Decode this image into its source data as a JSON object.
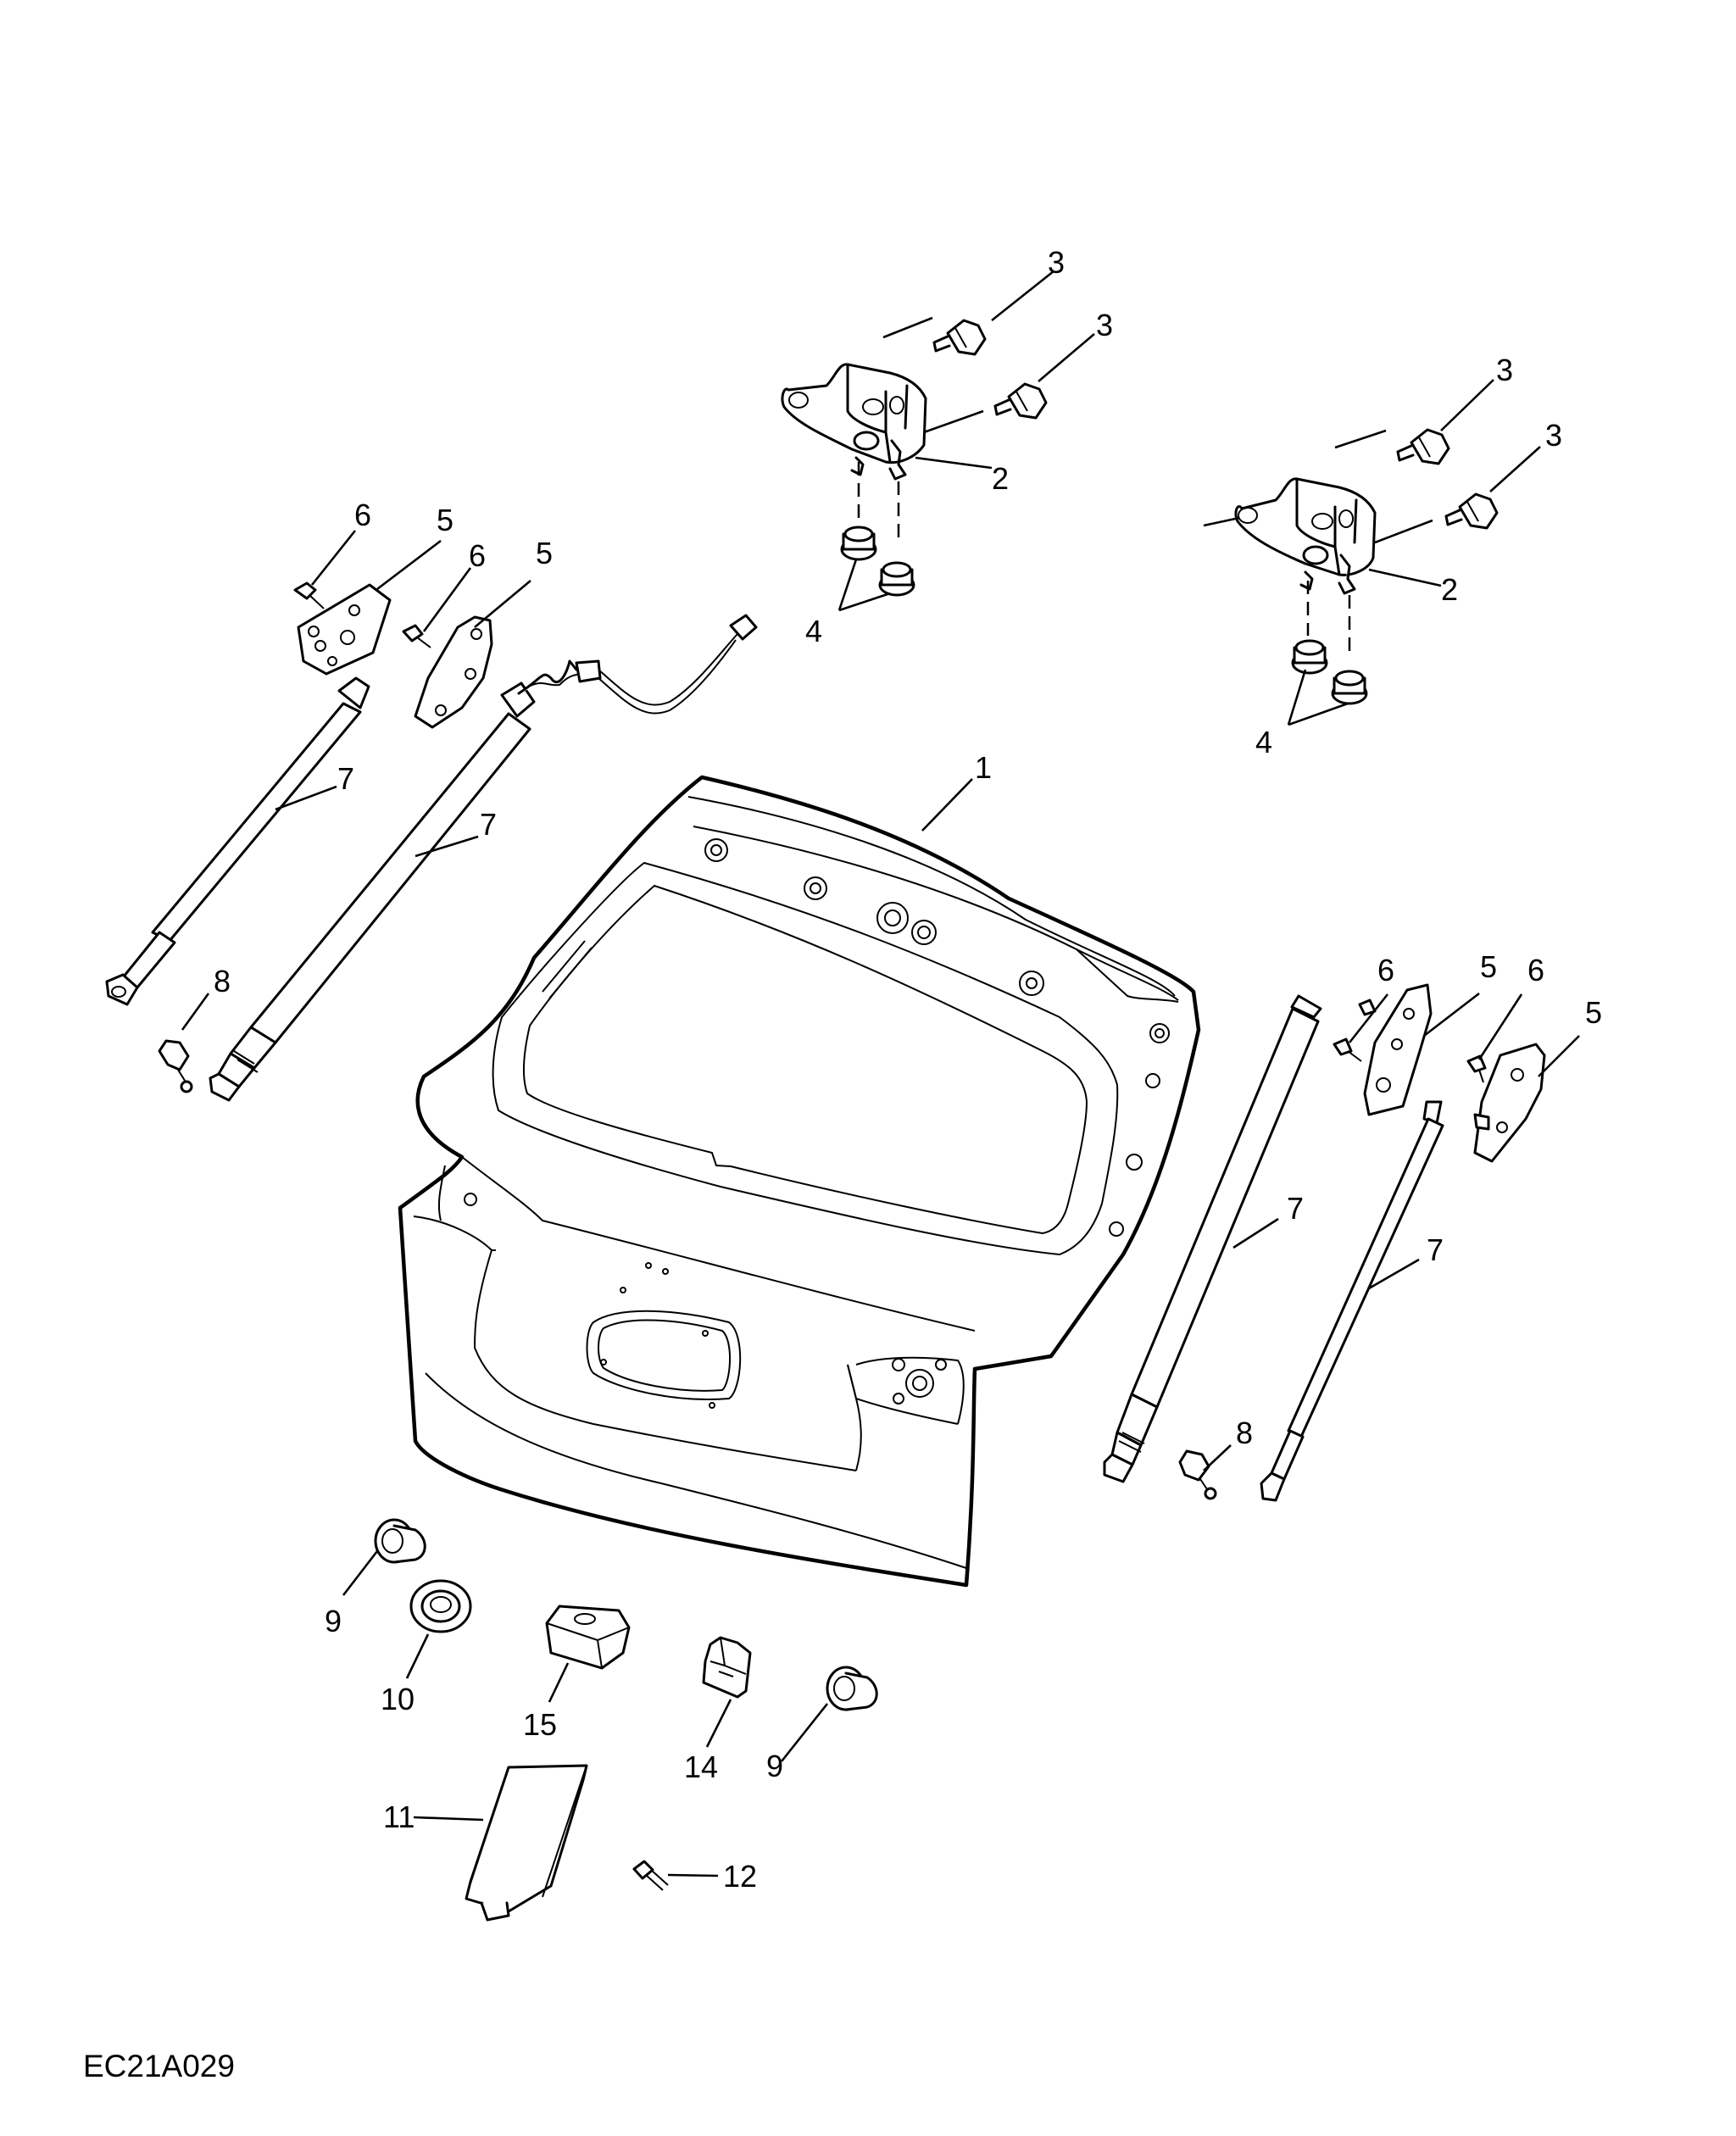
{
  "diagram": {
    "reference_code": "EC21A029",
    "callouts": [
      {
        "id": "c1",
        "label": "1"
      },
      {
        "id": "c2a",
        "label": "2"
      },
      {
        "id": "c2b",
        "label": "2"
      },
      {
        "id": "c3a",
        "label": "3"
      },
      {
        "id": "c3b",
        "label": "3"
      },
      {
        "id": "c3c",
        "label": "3"
      },
      {
        "id": "c3d",
        "label": "3"
      },
      {
        "id": "c4a",
        "label": "4"
      },
      {
        "id": "c4b",
        "label": "4"
      },
      {
        "id": "c5a",
        "label": "5"
      },
      {
        "id": "c5b",
        "label": "5"
      },
      {
        "id": "c5c",
        "label": "5"
      },
      {
        "id": "c5d",
        "label": "5"
      },
      {
        "id": "c6a",
        "label": "6"
      },
      {
        "id": "c6b",
        "label": "6"
      },
      {
        "id": "c6c",
        "label": "6"
      },
      {
        "id": "c6d",
        "label": "6"
      },
      {
        "id": "c7a",
        "label": "7"
      },
      {
        "id": "c7b",
        "label": "7"
      },
      {
        "id": "c7c",
        "label": "7"
      },
      {
        "id": "c7d",
        "label": "7"
      },
      {
        "id": "c8a",
        "label": "8"
      },
      {
        "id": "c8b",
        "label": "8"
      },
      {
        "id": "c9a",
        "label": "9"
      },
      {
        "id": "c9b",
        "label": "9"
      },
      {
        "id": "c10",
        "label": "10"
      },
      {
        "id": "c11",
        "label": "11"
      },
      {
        "id": "c12",
        "label": "12"
      },
      {
        "id": "c14",
        "label": "14"
      },
      {
        "id": "c15",
        "label": "15"
      }
    ]
  }
}
